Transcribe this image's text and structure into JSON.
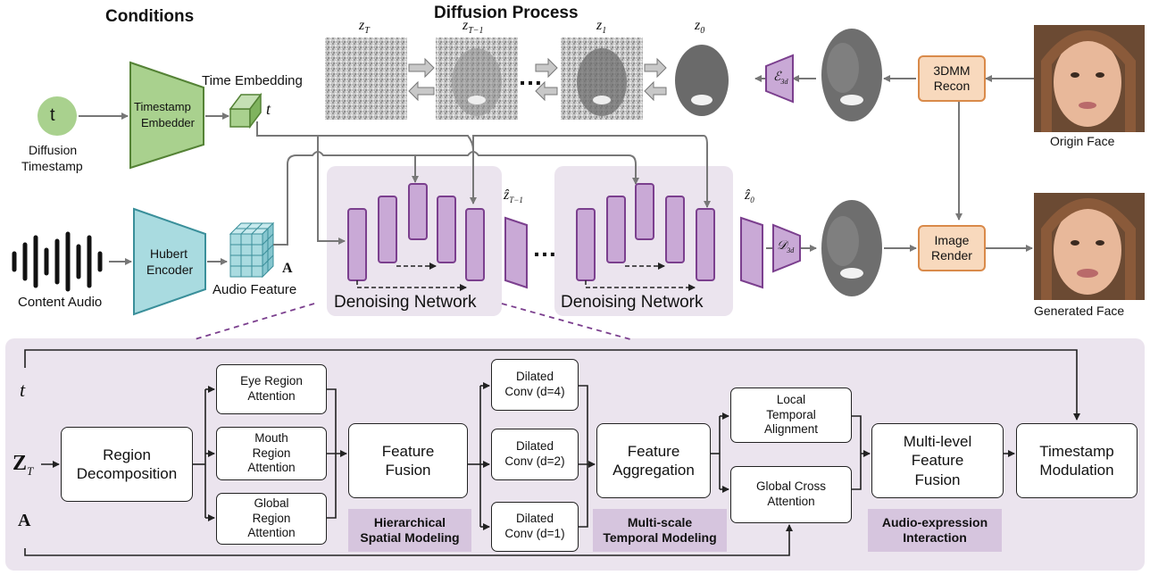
{
  "headers": {
    "conditions": "Conditions",
    "diffusion": "Diffusion Process"
  },
  "timestamp": {
    "node": "t",
    "label_line1": "Diffusion",
    "label_line2": "Timestamp"
  },
  "embedder": {
    "line1": "Timestamp",
    "line2": "Embedder"
  },
  "time_embedding": {
    "label": "Time Embedding",
    "symbol": "t"
  },
  "audio": {
    "label": "Content Audio"
  },
  "hubert": {
    "line1": "Hubert",
    "line2": "Encoder"
  },
  "audio_feature": {
    "label": "Audio Feature",
    "symbol": "A"
  },
  "latents": {
    "zT": "z",
    "zT_sub": "T",
    "zT1": "z",
    "zT1_sub": "T−1",
    "z1": "z",
    "z1_sub": "1",
    "z0": "z",
    "z0_sub": "0"
  },
  "dots": "…",
  "encoder3d": {
    "symbol": "ℰ",
    "sub": "3d"
  },
  "decoder3d": {
    "symbol": "𝒟",
    "sub": "3d"
  },
  "recon": {
    "line1": "3DMM",
    "line2": "Recon"
  },
  "render": {
    "line1": "Image",
    "line2": "Render"
  },
  "origin_face": {
    "label": "Origin Face"
  },
  "generated_face": {
    "label": "Generated Face"
  },
  "denoise": {
    "label1": "Denoising Network",
    "label2": "Denoising Network",
    "zhat_T1": "ẑ",
    "zhat_T1_sub": "T−1",
    "zhat_0": "ẑ",
    "zhat_0_sub": "0"
  },
  "detail": {
    "t": "t",
    "ZT": "Z",
    "ZT_sub": "T",
    "A": "A",
    "region_decomp": [
      "Region",
      "Decomposition"
    ],
    "eye_att": [
      "Eye Region",
      "Attention"
    ],
    "mouth_att": [
      "Mouth",
      "Region",
      "Attention"
    ],
    "global_att": [
      "Global",
      "Region",
      "Attention"
    ],
    "feature_fusion": [
      "Feature",
      "Fusion"
    ],
    "dil4": [
      "Dilated",
      "Conv (d=4)"
    ],
    "dil2": [
      "Dilated",
      "Conv (d=2)"
    ],
    "dil1": [
      "Dilated",
      "Conv (d=1)"
    ],
    "feature_agg": [
      "Feature",
      "Aggregation"
    ],
    "local_temp": [
      "Local",
      "Temporal",
      "Alignment"
    ],
    "global_cross": [
      "Global Cross",
      "Attention"
    ],
    "multi_fusion": [
      "Multi-level",
      "Feature",
      "Fusion"
    ],
    "timestamp_mod": [
      "Timestamp",
      "Modulation"
    ],
    "tag_spatial": [
      "Hierarchical",
      "Spatial Modeling"
    ],
    "tag_temporal": [
      "Multi-scale",
      "Temporal Modeling"
    ],
    "tag_interaction": [
      "Audio-expression",
      "Interaction"
    ]
  },
  "colors": {
    "green_fill": "#a9d18e",
    "green_stroke": "#548235",
    "teal_fill": "#a9dbe0",
    "teal_stroke": "#3a8f9a",
    "purple_fill": "#c9a9d6",
    "purple_stroke": "#7b3f8e",
    "orange_fill": "#f8d9bd",
    "orange_stroke": "#d98a4a",
    "panel": "#ebe4ee",
    "tag": "#d6c5de"
  }
}
